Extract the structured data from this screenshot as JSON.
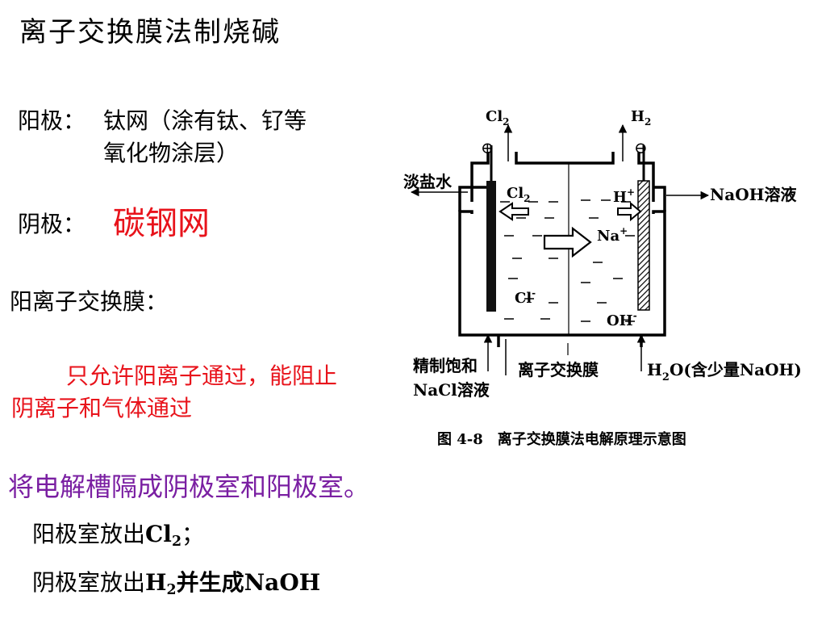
{
  "title": "离子交换膜法制烧碱",
  "anode": {
    "label": "阳极：",
    "desc_line1": "钛网（涂有钛、钌等",
    "desc_line2": "氧化物涂层）"
  },
  "cathode": {
    "label": "阴极：",
    "value": "碳钢网"
  },
  "membrane": {
    "label": "阳离子交换膜：",
    "desc_line1": "只允许阳离子通过，能阻止",
    "desc_line2": "阴离子和气体通过"
  },
  "summary": "将电解槽隔成阴极室和阳极室。",
  "anode_room": {
    "prefix": "阳极室放出",
    "formula": "Cl",
    "sub": "2",
    "suffix": "；"
  },
  "cathode_room": {
    "prefix": "阴极室放出",
    "formula": "H",
    "sub": "2",
    "suffix": "并生成NaOH"
  },
  "diagram": {
    "cl2_top": "Cl",
    "cl2_top_sub": "2",
    "h2_top": "H",
    "h2_top_sub": "2",
    "anode_sign": "⊕",
    "cathode_sign": "⊖",
    "dilute_brine": "淡盐水",
    "cl2_inside": "Cl",
    "cl2_inside_sub": "2",
    "h_plus": "H",
    "h_plus_sup": "+",
    "na_plus": "Na",
    "na_plus_sup": "+",
    "cl_minus": "Cl",
    "cl_minus_sup": "-",
    "oh_minus": "OH",
    "oh_minus_sup": "-",
    "naoh_solution": "NaOH溶液",
    "inlet_left_line1": "精制饱和",
    "inlet_left_line2": "NaCl溶液",
    "membrane_text": "离子交换膜",
    "inlet_right_h": "H",
    "inlet_right_sub": "2",
    "inlet_right_rest": "O(含少量NaOH)",
    "caption": "图 4-8　离子交换膜法电解原理示意图"
  },
  "colors": {
    "text": "#000000",
    "highlight_red": "#e8131b",
    "highlight_purple": "#7a1fa2"
  }
}
